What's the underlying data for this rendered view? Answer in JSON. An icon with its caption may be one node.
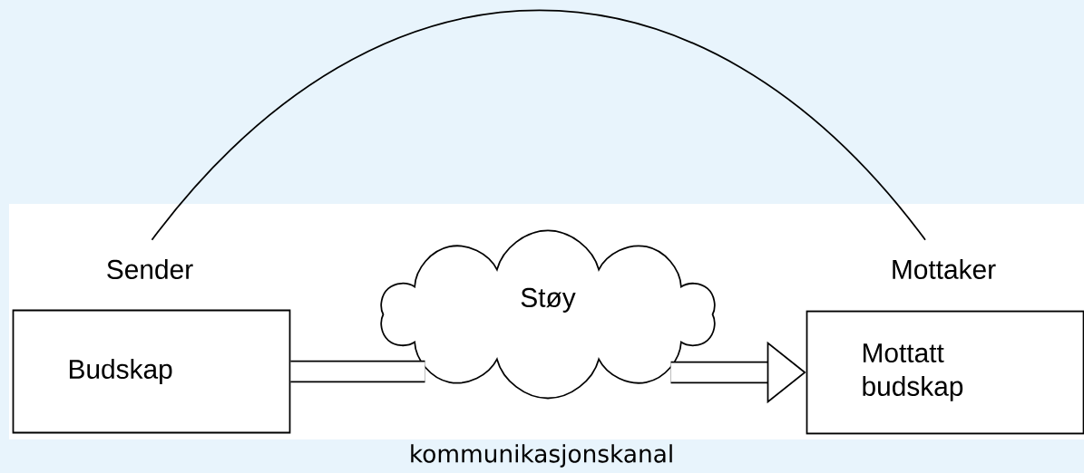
{
  "diagram": {
    "nodes": [
      {
        "text": [
          "Sender"
        ]
      },
      {
        "text": [
          "Mottaker"
        ]
      },
      {
        "text": [
          "Budskap"
        ]
      },
      {
        "text": [
          "Støy"
        ]
      },
      {
        "text": [
          "Mottatt budskap"
        ]
      }
    ],
    "edges": [
      {
        "from": 0,
        "to": 1,
        "arrow": "none"
      },
      {
        "from": 2,
        "to": 3,
        "arrow": "none"
      },
      {
        "from": 3,
        "to": 4,
        "arrow": "to"
      }
    ],
    "labels": [
      "kommunikasjonskanal"
    ]
  }
}
